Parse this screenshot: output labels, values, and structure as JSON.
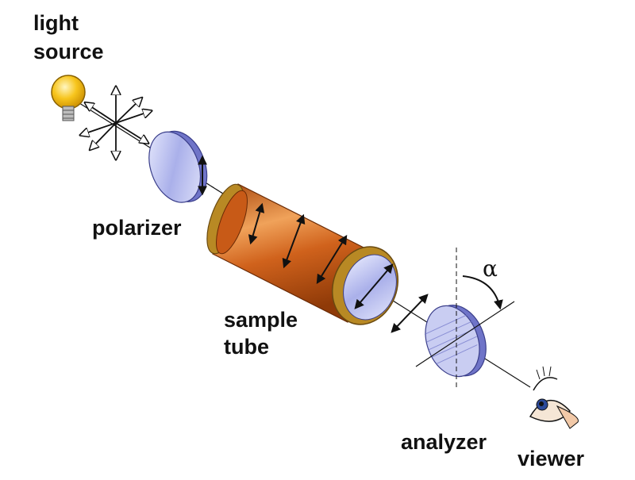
{
  "labels": {
    "light_source_line1": "light",
    "light_source_line2": "source",
    "polarizer": "polarizer",
    "sample_line1": "sample",
    "sample_line2": "tube",
    "analyzer": "analyzer",
    "viewer": "viewer",
    "alpha": "α"
  },
  "colors": {
    "lens_edge": "#6f74c8",
    "lens_face": "#c9cdf2",
    "tube_body": "#c85a17",
    "tube_highlight": "#f0a25a",
    "tube_ring": "#b88924",
    "bulb": "#f5c21b",
    "ink": "#111111"
  },
  "icons": {
    "source": "light-bulb-icon",
    "viewer": "eye-icon"
  }
}
